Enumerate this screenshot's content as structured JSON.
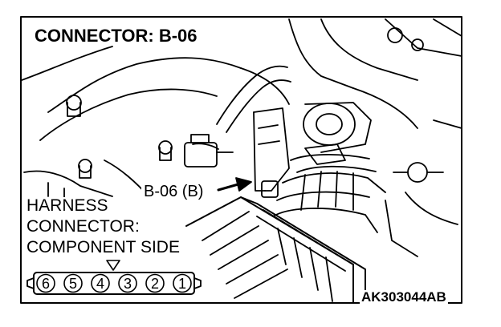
{
  "title": "CONNECTOR: B-06",
  "callout": "B-06 (B)",
  "harness_label": [
    "HARNESS",
    "CONNECTOR:",
    "COMPONENT SIDE"
  ],
  "pins": [
    "6",
    "5",
    "4",
    "3",
    "2",
    "1"
  ],
  "reference_code": "AK303044AB",
  "colors": {
    "ink": "#000000",
    "background": "#ffffff"
  }
}
